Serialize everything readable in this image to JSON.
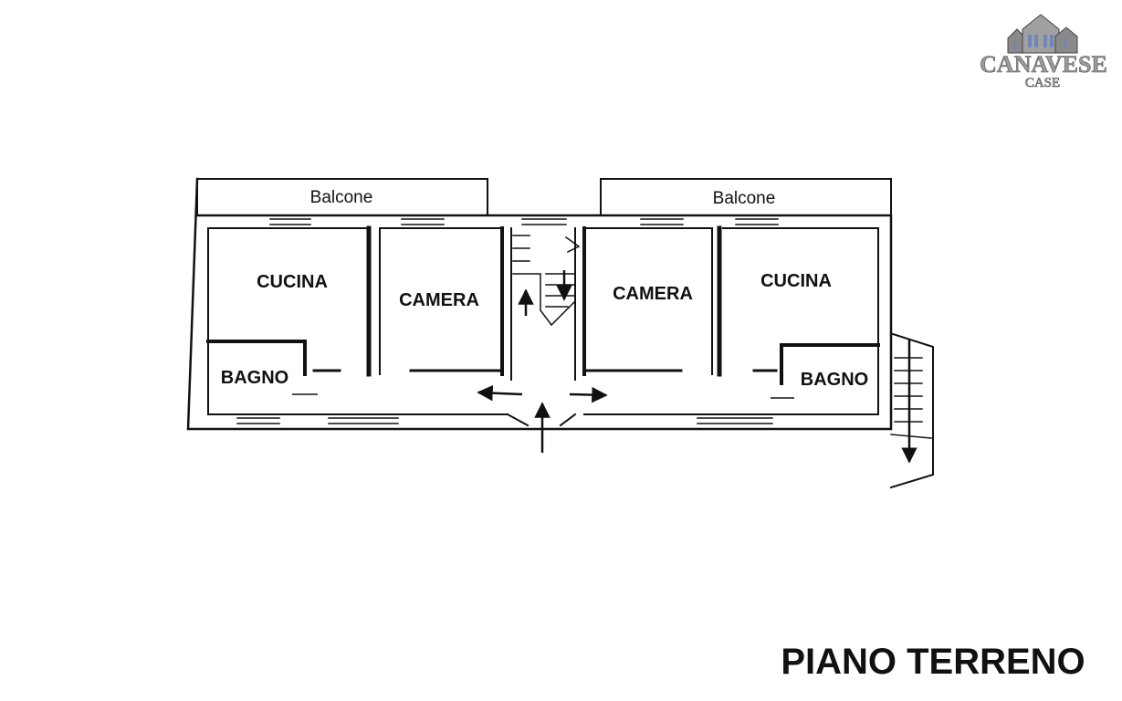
{
  "logo": {
    "brand": "CANAVESE",
    "sub": "CASE",
    "colors": {
      "fill": "#9a9a9a",
      "dark": "#555555",
      "accent": "#6f86b8"
    }
  },
  "title": "PIANO TERRENO",
  "plan": {
    "balconies": [
      "Balcone",
      "Balcone"
    ],
    "rooms": [
      "CUCINA",
      "CAMERA",
      "BAGNO",
      "CAMERA",
      "CUCINA",
      "BAGNO"
    ]
  }
}
